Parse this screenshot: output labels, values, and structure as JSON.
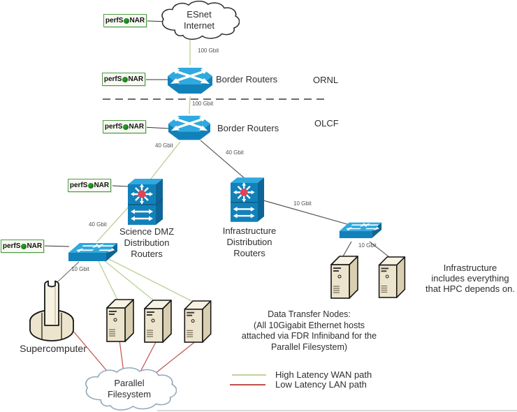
{
  "colors": {
    "wan_path": "#bfd39a",
    "lan_path": "#c0504d",
    "perfsonar_green": "#4e9a47",
    "device_blue": "#2fa9e0",
    "server_beige": "#ece4cc"
  },
  "perfsonar": {
    "pre": "perfS",
    "post": "NAR"
  },
  "clouds": {
    "esnet": {
      "line1": "ESnet",
      "line2": "Internet"
    },
    "pfs": {
      "line1": "Parallel",
      "line2": "Filesystem"
    }
  },
  "routers": {
    "border_ornl": "Border Routers",
    "border_olcf": "Border Routers"
  },
  "zones": {
    "ornl": "ORNL",
    "olcf": "OLCF"
  },
  "device_labels": {
    "science_dmz": [
      "Science DMZ",
      "Distribution",
      "Routers"
    ],
    "infrastructure": [
      "Infrastructure",
      "Distribution",
      "Routers"
    ],
    "supercomputer": "Supercomputer"
  },
  "bandwidth": {
    "esnet_border": "100 Gbit",
    "border_border": "100 Gbit",
    "border_scidmz": "40 Gbit",
    "border_infra": "40 Gbit",
    "scidmz_switch": "40 Gbit",
    "switch_super": "10 Gbit",
    "infra_switch": "10 Gbit",
    "switch_servers": "10 Gbit"
  },
  "notes": {
    "infrastructure": [
      "Infrastructure",
      "includes everything",
      "that HPC depends on."
    ],
    "dtn": [
      "Data Transfer Nodes:",
      "(All 10Gigabit Ethernet hosts",
      "attached via FDR Infiniband for the",
      "Parallel Filesystem)"
    ]
  },
  "legend": {
    "wan": "High Latency WAN path",
    "lan": "Low Latency LAN path"
  }
}
